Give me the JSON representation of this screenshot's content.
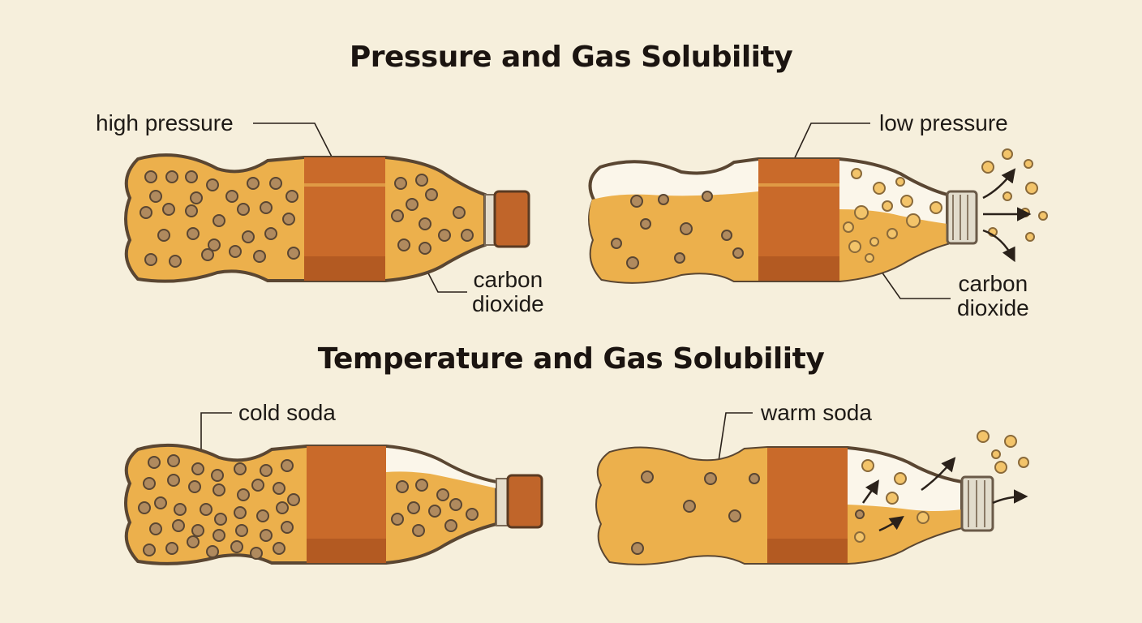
{
  "titles": {
    "pressure": "Pressure and Gas Solubility",
    "temperature": "Temperature and Gas Solubility"
  },
  "labels": {
    "high_pressure": "high pressure",
    "low_pressure": "low pressure",
    "carbon_left_line1": "carbon",
    "carbon_left_line2": "dioxide",
    "carbon_right_line1": "carbon",
    "carbon_right_line2": "dioxide",
    "cold_soda": "cold soda",
    "warm_soda": "warm soda"
  },
  "colors": {
    "background": "#f6efdc",
    "soda": "#ecb04c",
    "label_band": "#c96a2a",
    "cap": "#c0652a",
    "bubble": "#b08a5e",
    "outline": "#4a3a2a"
  }
}
